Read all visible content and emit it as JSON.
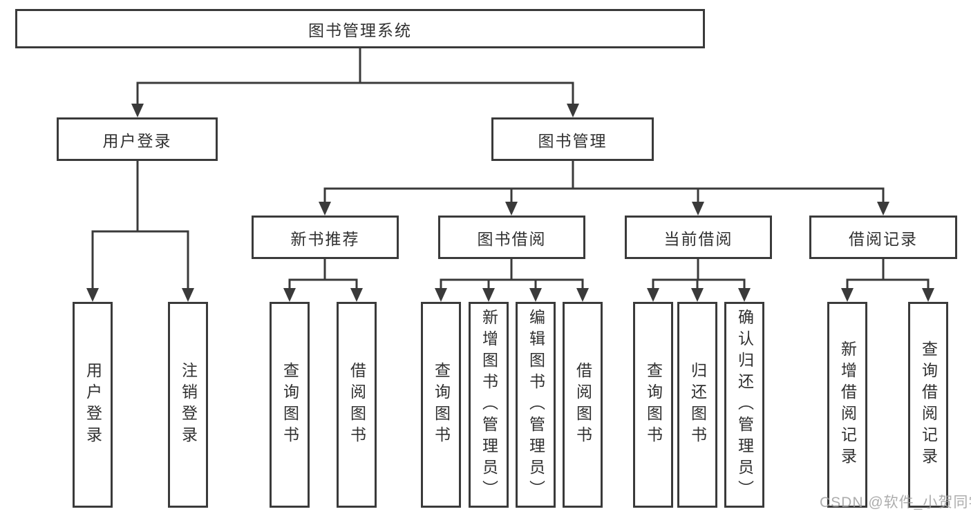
{
  "diagram": {
    "title_node": "图书管理系统",
    "colors": {
      "line": "#3a3a3a",
      "box_border": "#3a3a3a",
      "box_fill": "#ffffff",
      "text": "#303030",
      "watermark": "#9e9e9e"
    },
    "branches": [
      {
        "label": "用户登录",
        "children": [
          {
            "label": "用户登录"
          },
          {
            "label": "注销登录"
          }
        ]
      },
      {
        "label": "图书管理",
        "children": [
          {
            "label": "新书推荐",
            "children": [
              {
                "label": "查询图书"
              },
              {
                "label": "借阅图书"
              }
            ]
          },
          {
            "label": "图书借阅",
            "children": [
              {
                "label": "查询图书"
              },
              {
                "label": "新增图书（管理员）"
              },
              {
                "label": "编辑图书（管理员）"
              },
              {
                "label": "借阅图书"
              }
            ]
          },
          {
            "label": "当前借阅",
            "children": [
              {
                "label": "查询图书"
              },
              {
                "label": "归还图书"
              },
              {
                "label": "确认归还（管理员）"
              }
            ]
          },
          {
            "label": "借阅记录",
            "children": [
              {
                "label": "新增借阅记录"
              },
              {
                "label": "查询借阅记录"
              }
            ]
          }
        ]
      }
    ],
    "watermark": "CSDN @软件_小贺同学"
  }
}
